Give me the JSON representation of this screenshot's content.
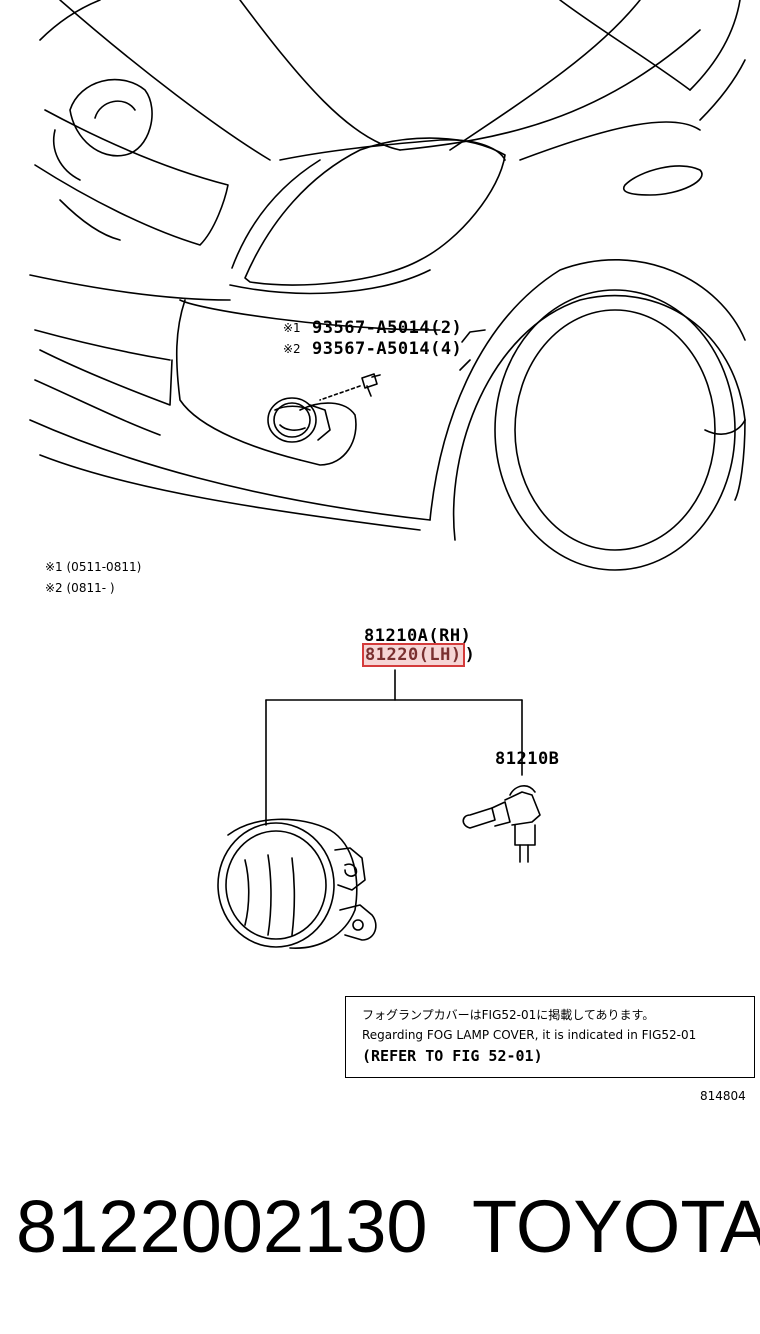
{
  "callouts": {
    "bolt_note_1_marker": "※1",
    "bolt_note_1_part": "93567-A5014(2)",
    "bolt_note_2_marker": "※2",
    "bolt_note_2_part": "93567-A5014(4)",
    "legend_1": "※1 (0511-0811)",
    "legend_2": "※2 (0811-      )",
    "assembly_rh": "81210A(RH)",
    "assembly_lh_highlighted": "81220(LH)",
    "assembly_lh_suffix": ")",
    "bulb": "81210B",
    "figure_number": "814804"
  },
  "note_box": {
    "line_jp": "フォグランプカバーはFIG52-01に掲載してあります。",
    "line_en": "Regarding FOG LAMP COVER, it is indicated in FIG52-01",
    "line_ref": "(REFER TO FIG 52-01)"
  },
  "footer": {
    "part_number": "8122002130",
    "brand": "TOYOTA"
  },
  "colors": {
    "highlight_fill": "#f6d5d5",
    "highlight_border": "#d43b3b",
    "line": "#000000"
  }
}
